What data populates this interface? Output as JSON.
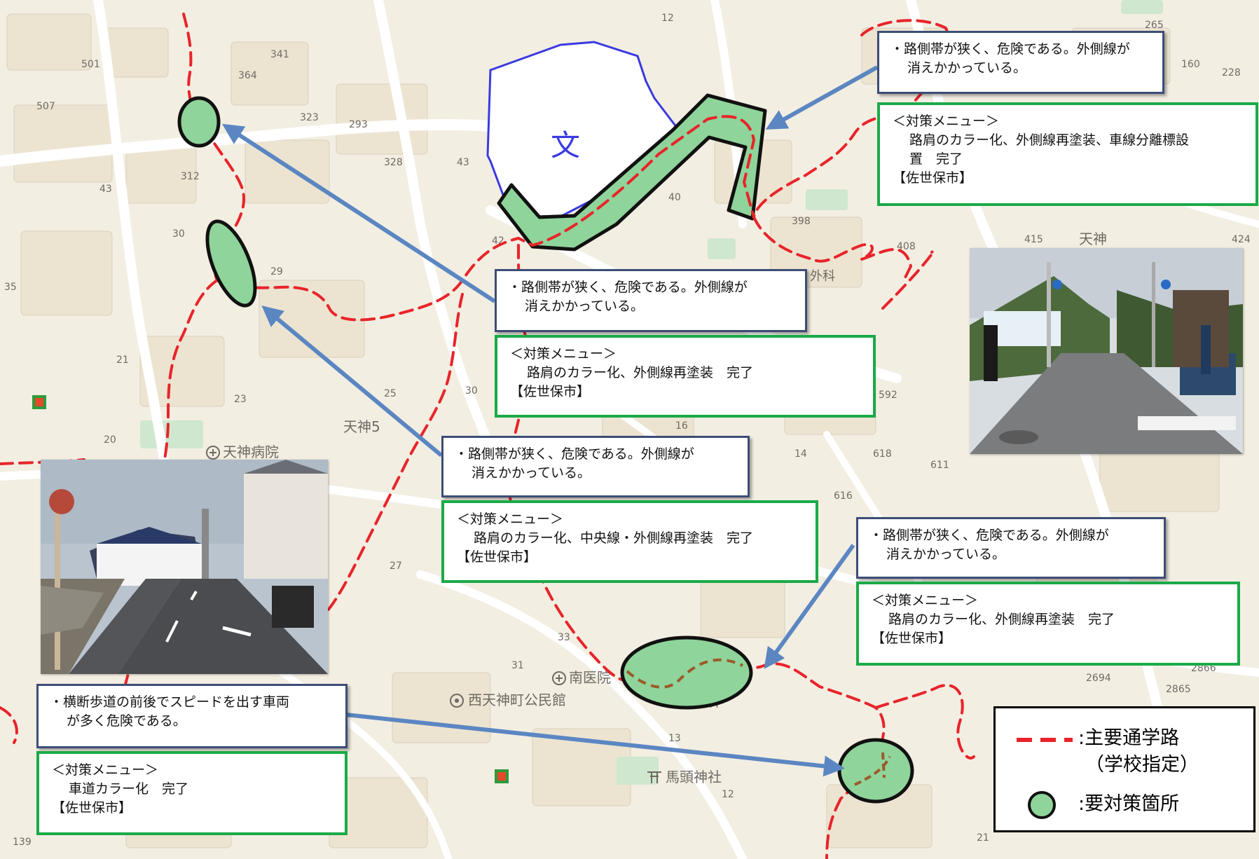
{
  "colors": {
    "map_bg": "#f3eee2",
    "road": "#ffffff",
    "route": "#e8242a",
    "spot_fill": "#8fd49a",
    "spot_stroke": "#111111",
    "arrow": "#5b86c2",
    "issue_border": "#3c4d76",
    "measure_border": "#1aaa48",
    "school_outline": "#3a3ae0"
  },
  "map_labels": {
    "school_symbol": "文",
    "tenjin5": "天神5",
    "tenjin_hospital": "天神病院",
    "minami_clinic": "南医院",
    "nishi_tenjin_hall": "西天神町公民館",
    "tenjin": "天神",
    "tenjin_bottom": "天神",
    "batou_shrine": "馬頭神社",
    "geka": "外科",
    "houses": [
      "501",
      "507",
      "341",
      "364",
      "323",
      "293",
      "328",
      "312",
      "43",
      "30",
      "29",
      "21",
      "23",
      "20",
      "43",
      "42",
      "40",
      "398",
      "408",
      "415",
      "424",
      "25",
      "30",
      "16",
      "14",
      "618",
      "611",
      "616",
      "592",
      "265",
      "160",
      "228",
      "12",
      "27",
      "33",
      "31",
      "13",
      "12",
      "2694",
      "2865",
      "2866",
      "139",
      "21",
      "35"
    ]
  },
  "callouts": [
    {
      "issue": [
        "・路側帯が狭く、危険である。外側線が",
        "消えかかっている。"
      ],
      "measure_title": "＜対策メニュー＞",
      "measure_lines": [
        "路肩のカラー化、外側線再塗装、車線分離標設",
        "置　完了"
      ],
      "owner": "【佐世保市】"
    },
    {
      "issue": [
        "・路側帯が狭く、危険である。外側線が",
        "消えかかっている。"
      ],
      "measure_title": "＜対策メニュー＞",
      "measure_lines": [
        "路肩のカラー化、外側線再塗装　完了"
      ],
      "owner": "【佐世保市】"
    },
    {
      "issue": [
        "・路側帯が狭く、危険である。外側線が",
        "消えかかっている。"
      ],
      "measure_title": "＜対策メニュー＞",
      "measure_lines": [
        "路肩のカラー化、中央線・外側線再塗装　完了"
      ],
      "owner": "【佐世保市】"
    },
    {
      "issue": [
        "・路側帯が狭く、危険である。外側線が",
        "消えかかっている。"
      ],
      "measure_title": "＜対策メニュー＞",
      "measure_lines": [
        "路肩のカラー化、外側線再塗装　完了"
      ],
      "owner": "【佐世保市】"
    },
    {
      "issue": [
        "・横断歩道の前後でスピードを出す車両",
        "が多く危険である。"
      ],
      "measure_title": "＜対策メニュー＞",
      "measure_lines": [
        "車道カラー化　完了"
      ],
      "owner": "【佐世保市】"
    }
  ],
  "legend": {
    "route_label": ":主要通学路",
    "route_sub": "（学校指定）",
    "spot_label": ":要対策箇所"
  }
}
